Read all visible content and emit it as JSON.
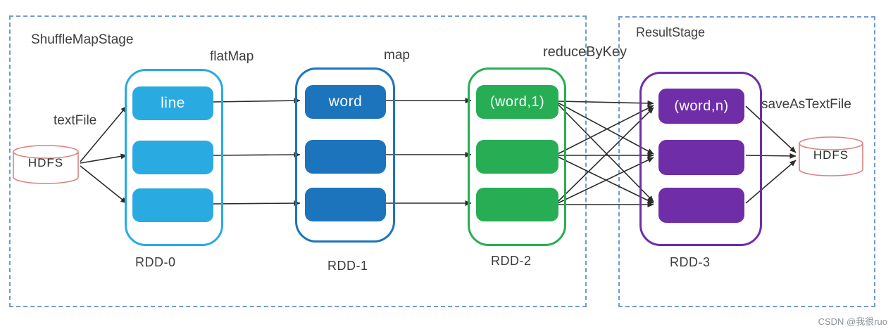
{
  "stages": [
    {
      "label": "ShuffleMapStage"
    },
    {
      "label": "ResultStage"
    }
  ],
  "operations": {
    "text_file": "textFile",
    "flat_map": "flatMap",
    "map": "map",
    "reduce_by_key": "reduceByKey",
    "save_as_text_file": "saveAsTextFile"
  },
  "storage": {
    "source_label": "HDFS",
    "sink_label": "HDFS",
    "outline_color": "#d9827f"
  },
  "rdds": [
    {
      "name": "RDD-0",
      "color": "#29abe2",
      "partitions": [
        "line",
        "",
        ""
      ]
    },
    {
      "name": "RDD-1",
      "color": "#1c75bc",
      "partitions": [
        "word",
        "",
        ""
      ]
    },
    {
      "name": "RDD-2",
      "color": "#27ae54",
      "partitions": [
        "(word,1)",
        "",
        ""
      ]
    },
    {
      "name": "RDD-3",
      "color": "#6f2da8",
      "partitions": [
        "(word,n)",
        "",
        ""
      ]
    }
  ],
  "colors": {
    "stage_border": "#6f9ad5",
    "arrow": "#2b2b2b",
    "label_text": "#3d3d3d",
    "partition_text": "#ffffff"
  },
  "watermark": {
    "text": "CSDN @我很ruo"
  }
}
